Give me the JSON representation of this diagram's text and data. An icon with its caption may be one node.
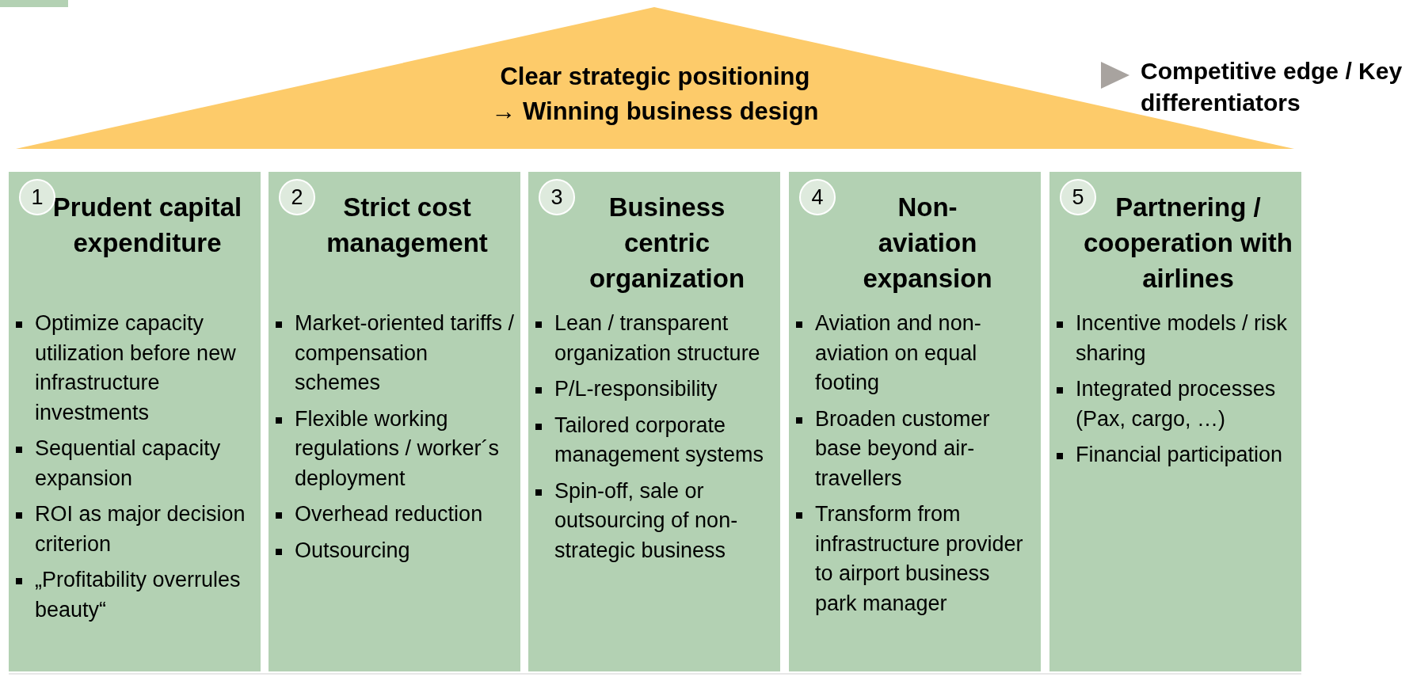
{
  "diagram": {
    "nodes": [
      {
        "text": [
          "Clear strategic positioning",
          "→ Winning business design"
        ]
      },
      {
        "text": [
          "Prudent capital expenditure",
          "Optimize capacity utilization before new infrastructure investments",
          "Sequential capacity expansion",
          "ROI as major decision criterion",
          "„Profitability overrules beauty“"
        ]
      },
      {
        "text": [
          "1"
        ],
        "in": 1
      },
      {
        "text": [
          "Strict cost management",
          "Market-oriented tariffs / compensation schemes",
          "Flexible working regulations / worker´s deployment",
          "Overhead reduction",
          "Outsourcing"
        ]
      },
      {
        "text": [
          "2"
        ],
        "in": 3
      },
      {
        "text": [
          "Business centric organization",
          "Lean / transparent organization structure",
          "P/L-responsibility",
          "Tailored corporate management systems",
          "Spin-off, sale or outsourcing of non-strategic business"
        ]
      },
      {
        "text": [
          "3"
        ],
        "in": 5
      },
      {
        "text": [
          "Non-aviation expansion",
          "Aviation and non-aviation on equal footing",
          "Broaden customer base beyond air-travellers",
          "Transform from infrastructure provider to airport business park manager"
        ]
      },
      {
        "text": [
          "4"
        ],
        "in": 7
      },
      {
        "text": [
          "Partnering / cooperation with airlines",
          "Incentive models / risk sharing",
          "Integrated processes (Pax, cargo, …)",
          "Financial participation"
        ]
      },
      {
        "text": [
          "5"
        ],
        "in": 9
      }
    ],
    "labels": [
      "Competitive edge / Key differentiators"
    ]
  }
}
